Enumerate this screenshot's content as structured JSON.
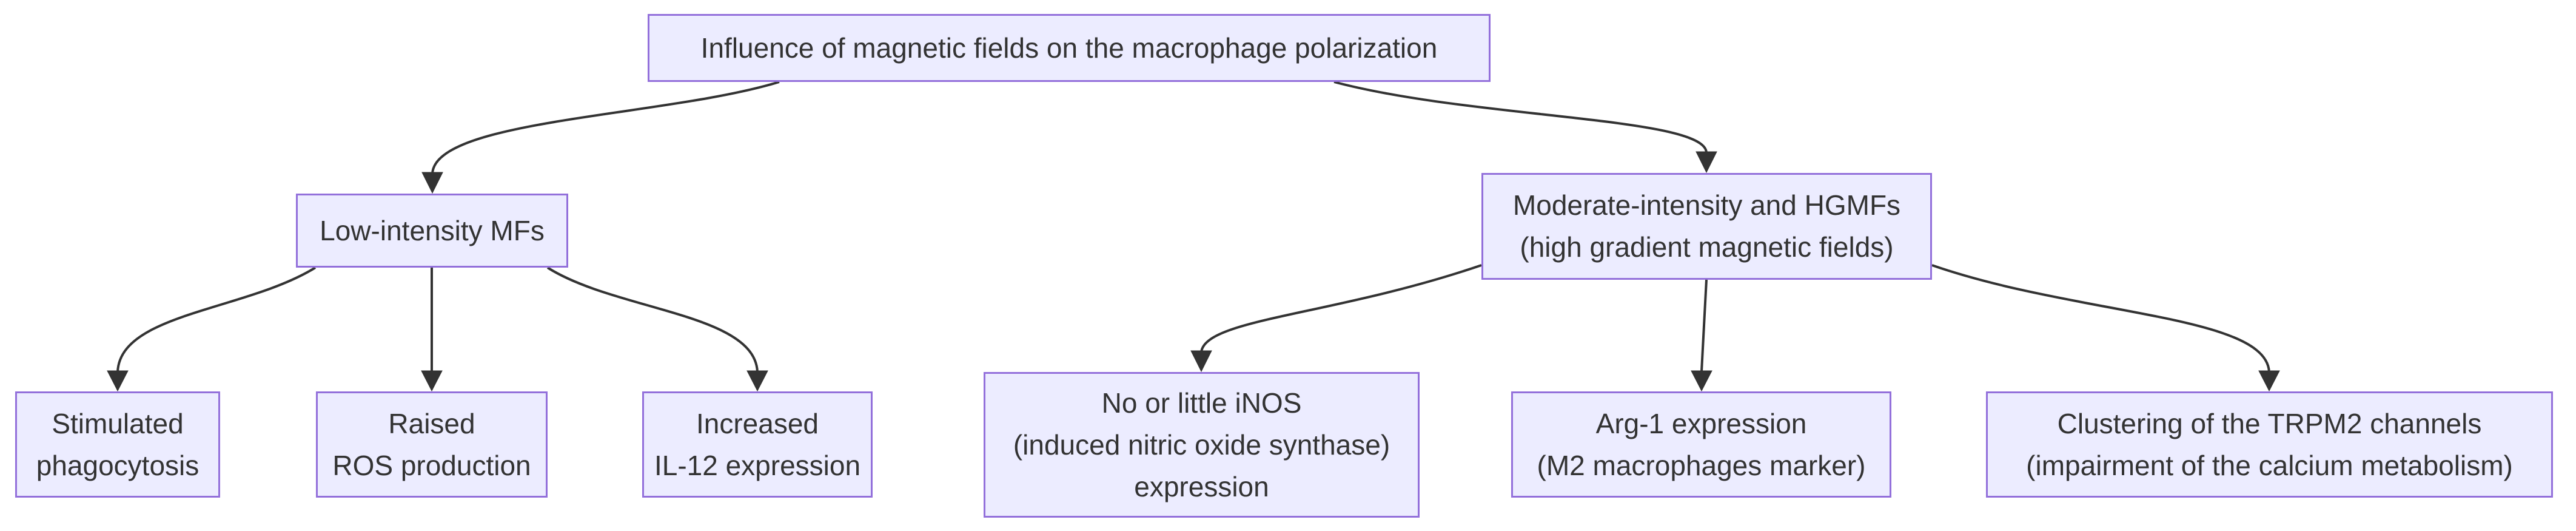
{
  "diagram_type": "flowchart-top-down",
  "colors": {
    "background": "#FFFFFF",
    "node_fill": "#ECECFF",
    "node_border": "#9370DB",
    "node_text": "#333333",
    "edge_stroke": "#333333"
  },
  "nodes": {
    "root": {
      "lines": [
        "Influence of magnetic fields on the macrophage polarization"
      ]
    },
    "low_intensity": {
      "lines": [
        "Low-intensity MFs"
      ]
    },
    "moderate": {
      "lines": [
        "Moderate-intensity and HGMFs",
        "(high gradient magnetic fields)"
      ]
    },
    "phagocytosis": {
      "lines": [
        "Stimulated",
        "phagocytosis"
      ]
    },
    "ros": {
      "lines": [
        "Raised",
        "ROS production"
      ]
    },
    "il12": {
      "lines": [
        "Increased",
        "IL-12 expression"
      ]
    },
    "inos": {
      "lines": [
        "No or little iNOS",
        "(induced nitric oxide synthase)",
        "expression"
      ]
    },
    "arg1": {
      "lines": [
        "Arg-1 expression",
        "(M2 macrophages marker)"
      ]
    },
    "trpm2": {
      "lines": [
        "Clustering of the TRPM2 channels",
        "(impairment of the calcium metabolism)"
      ]
    }
  },
  "edges": [
    {
      "from": "root",
      "to": "low_intensity"
    },
    {
      "from": "root",
      "to": "moderate"
    },
    {
      "from": "low_intensity",
      "to": "phagocytosis"
    },
    {
      "from": "low_intensity",
      "to": "ros"
    },
    {
      "from": "low_intensity",
      "to": "il12"
    },
    {
      "from": "moderate",
      "to": "inos"
    },
    {
      "from": "moderate",
      "to": "arg1"
    },
    {
      "from": "moderate",
      "to": "trpm2"
    }
  ]
}
